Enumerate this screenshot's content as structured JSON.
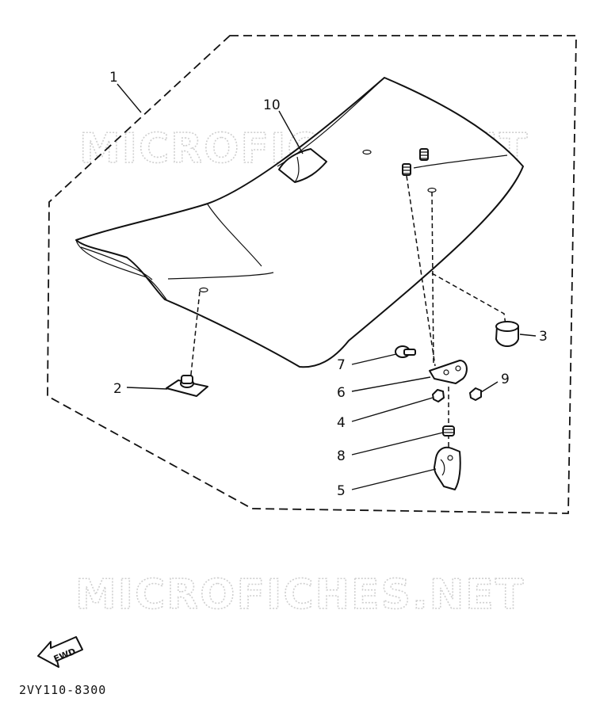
{
  "watermarks": [
    "MICROFICHES.NET",
    "MICROFICHES.NET"
  ],
  "callouts": {
    "c1": "1",
    "c2": "2",
    "c3": "3",
    "c4": "4",
    "c5": "5",
    "c6": "6",
    "c7": "7",
    "c8": "8",
    "c9": "9",
    "c10": "10"
  },
  "fwd_label": "FWD",
  "diagram_code": "2VY110-8300",
  "colors": {
    "ink": "#111111",
    "watermark": "#cfcfcf",
    "background": "#ffffff"
  }
}
